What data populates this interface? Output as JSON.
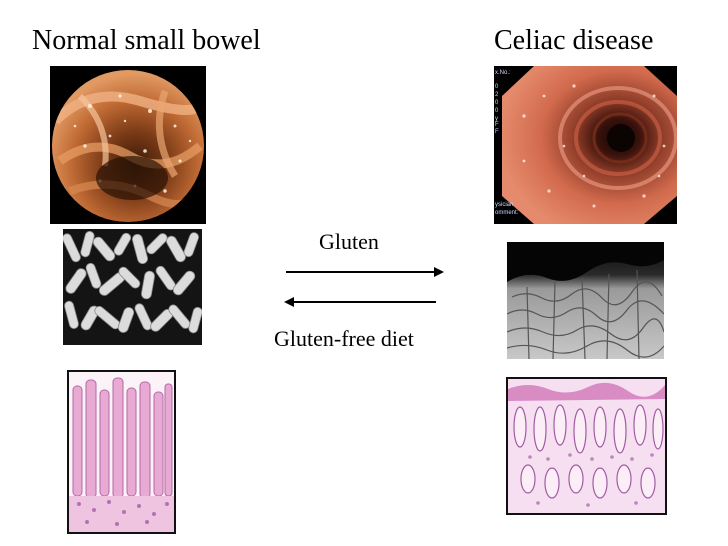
{
  "left_column": {
    "title": "Normal small bowel"
  },
  "right_column": {
    "title": "Celiac disease",
    "endoscope_overlay_text": [
      "x.No.:",
      "0",
      "2",
      "0",
      "0",
      "y",
      "F",
      "F",
      "",
      "",
      "ysician",
      "omment:"
    ]
  },
  "transition": {
    "forward_label": "Gluten",
    "reverse_label": "Gluten-free diet"
  },
  "colors": {
    "normal_mucosa": "#b8612c",
    "celiac_mucosa": "#c8553e",
    "histology_pink": "#e7a6cf",
    "histology_purple": "#a15aa6"
  }
}
